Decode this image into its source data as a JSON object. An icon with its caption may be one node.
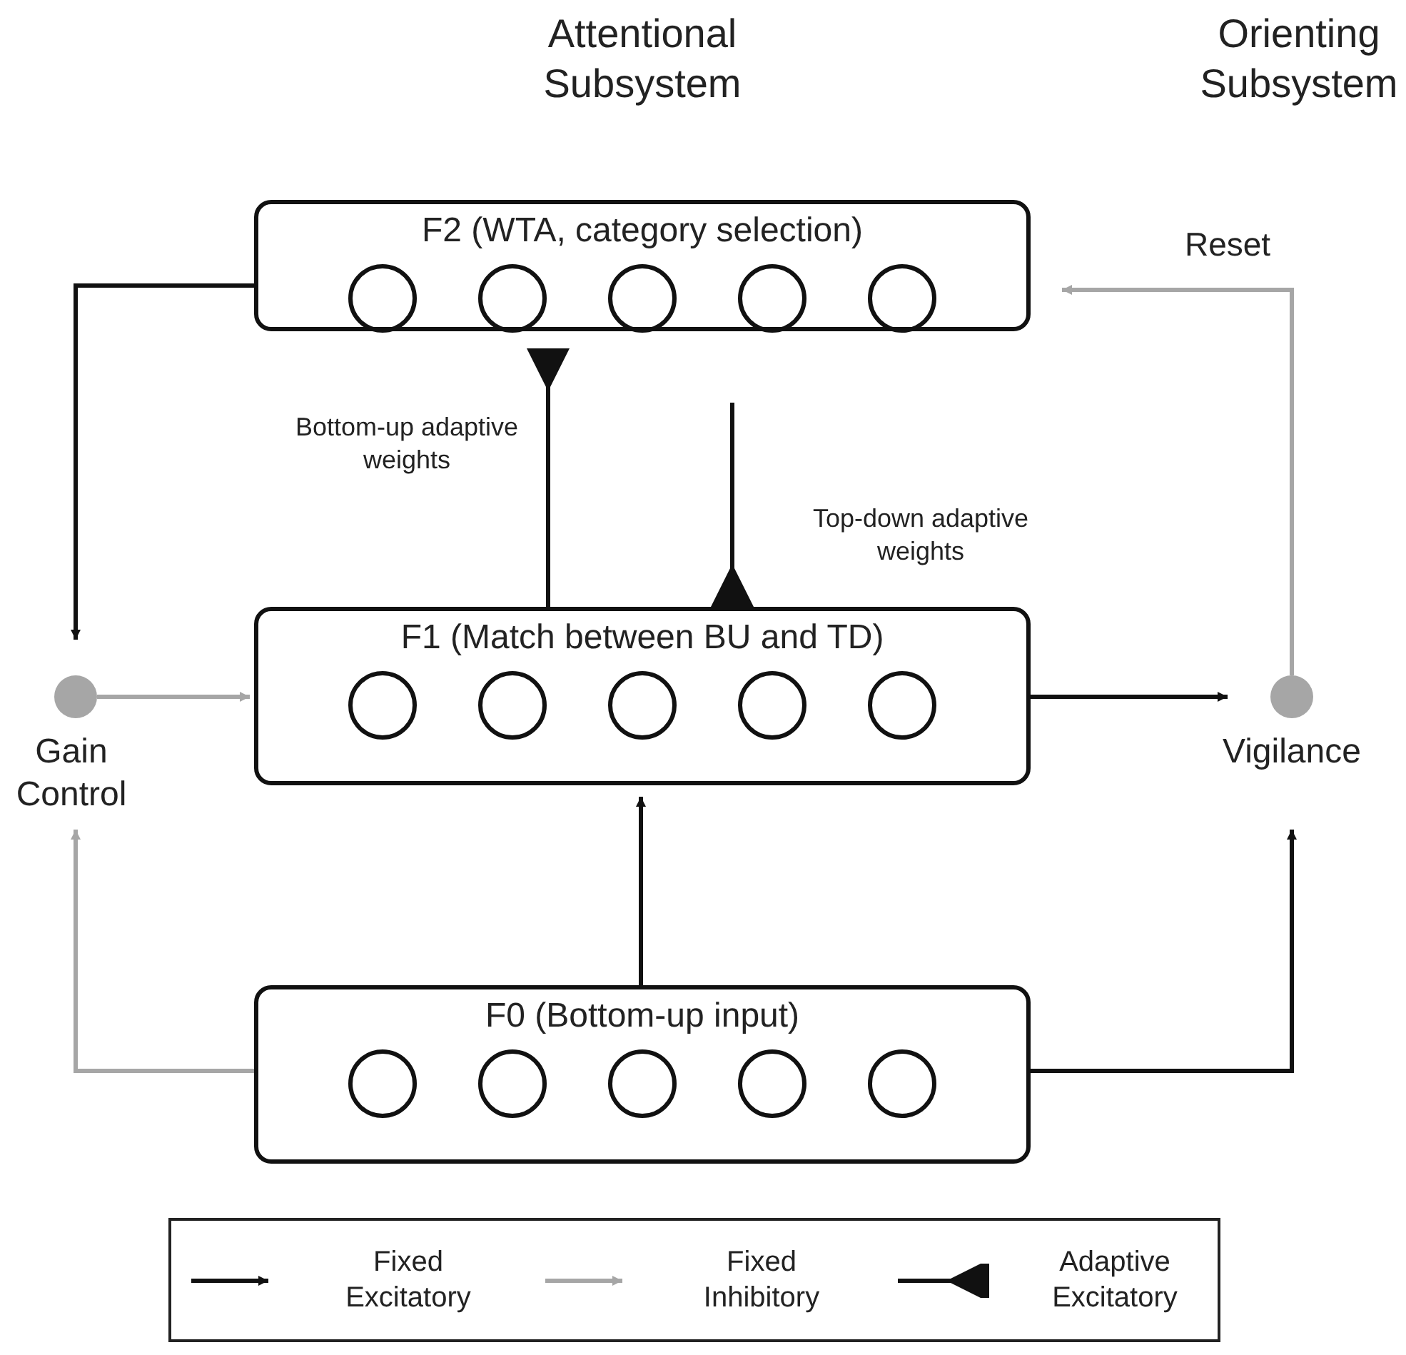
{
  "diagram": {
    "nodes": [
      {
        "text": [
          "F2 (WTA, category selection)"
        ]
      },
      {
        "text": [
          "F1 (Match between BU and TD)"
        ]
      },
      {
        "text": [
          "F0 (Bottom-up input)"
        ]
      },
      {
        "text": [],
        "shape": "circle",
        "beside": [
          "Gain Control"
        ]
      },
      {
        "text": [],
        "shape": "circle",
        "beside": [
          "Vigilance"
        ]
      }
    ],
    "edges": [
      {
        "from": 0,
        "to": 3,
        "arrow": "to"
      },
      {
        "from": 3,
        "to": 1,
        "arrow": "to",
        "color": "#a6a6a6"
      },
      {
        "from": 1,
        "to": 0,
        "arrow": "other",
        "label": "Bottom-up adaptive weights"
      },
      {
        "from": 0,
        "to": 1,
        "arrow": "other",
        "label": "Top-down adaptive weights"
      },
      {
        "from": 1,
        "to": 4,
        "arrow": "to"
      },
      {
        "from": 4,
        "to": 0,
        "arrow": "to",
        "color": "#a6a6a6",
        "label": "Reset"
      },
      {
        "from": 2,
        "to": 1,
        "arrow": "to"
      },
      {
        "from": 2,
        "to": 3,
        "arrow": "to",
        "color": "#a6a6a6"
      },
      {
        "from": 2,
        "to": 4,
        "arrow": "to"
      }
    ],
    "labels": [
      "Attentional Subsystem",
      "Orienting Subsystem"
    ],
    "legend": [
      {
        "text": "Fixed Excitatory"
      },
      {
        "text": "Fixed Inhibitory"
      },
      {
        "text": "Adaptive Excitatory"
      }
    ]
  }
}
